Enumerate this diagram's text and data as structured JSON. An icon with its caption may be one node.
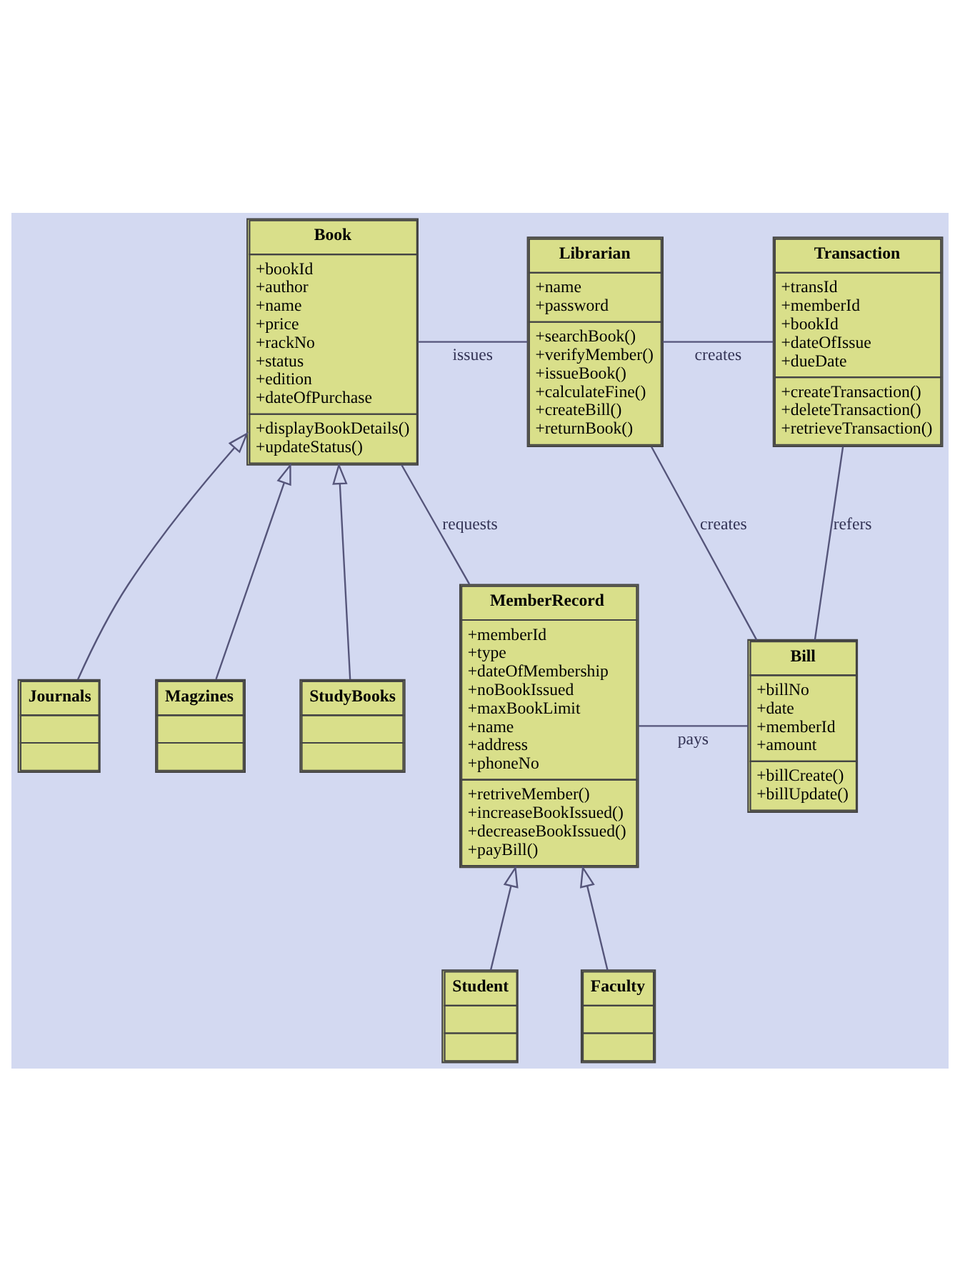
{
  "diagram": {
    "nodes": [
      {
        "text": [
          "Book",
          "+bookId +author +name +price +rackNo +status +edition +dateOfPurchase",
          "+displayBookDetails() +updateStatus()"
        ]
      },
      {
        "text": [
          "Librarian",
          "+name +password",
          "+searchBook() +verifyMember() +issueBook() +calculateFine() +createBill() +returnBook()"
        ]
      },
      {
        "text": [
          "Transaction",
          "+transId +memberId +bookId +dateOfIssue +dueDate",
          "+createTransaction() +deleteTransaction() +retrieveTransaction()"
        ]
      },
      {
        "text": [
          "Journals"
        ]
      },
      {
        "text": [
          "Magzines"
        ]
      },
      {
        "text": [
          "StudyBooks"
        ]
      },
      {
        "text": [
          "MemberRecord",
          "+memberId +type +dateOfMembership +noBookIssued +maxBookLimit +name +address +phoneNo",
          "+retriveMember() +increaseBookIssued() +decreaseBookIssued() +payBill()"
        ]
      },
      {
        "text": [
          "Bill",
          "+billNo +date +memberId +amount",
          "+billCreate() +billUpdate()"
        ]
      },
      {
        "text": [
          "Student"
        ]
      },
      {
        "text": [
          "Faculty"
        ]
      }
    ],
    "edges": [
      {
        "from": 0,
        "to": 1,
        "label": "issues",
        "arrow": "none"
      },
      {
        "from": 1,
        "to": 2,
        "label": "creates",
        "arrow": "none"
      },
      {
        "from": 3,
        "to": 0,
        "arrow": "to"
      },
      {
        "from": 4,
        "to": 0,
        "arrow": "to"
      },
      {
        "from": 5,
        "to": 0,
        "arrow": "to"
      },
      {
        "from": 6,
        "to": 0,
        "label": "requests",
        "arrow": "none"
      },
      {
        "from": 7,
        "to": 1,
        "label": "creates",
        "arrow": "none"
      },
      {
        "from": 7,
        "to": 2,
        "label": "refers",
        "arrow": "none"
      },
      {
        "from": 6,
        "to": 7,
        "label": "pays",
        "arrow": "none"
      },
      {
        "from": 8,
        "to": 6,
        "arrow": "to"
      },
      {
        "from": 9,
        "to": 6,
        "arrow": "to"
      }
    ]
  }
}
